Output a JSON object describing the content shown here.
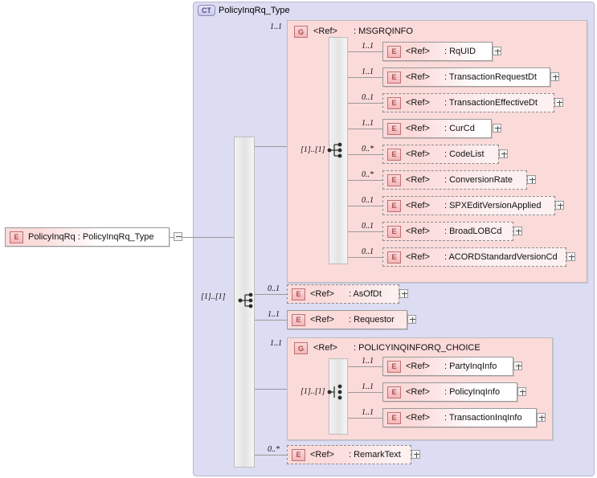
{
  "diagram": {
    "type": "xsd-schema-diagram",
    "root_element": {
      "badge": "E",
      "label": "PolicyInqRq : PolicyInqRq_Type",
      "toggle": "minus"
    },
    "complex_type": {
      "badge": "CT",
      "title": "PolicyInqRq_Type"
    },
    "root_sequence": {
      "occurrence": "[1]..[1]",
      "compositor": "sequence"
    },
    "children": [
      {
        "kind": "group",
        "badge": "G",
        "ref": "<Ref>",
        "name": ": MSGRQINFO",
        "cardinality": "1..1",
        "occurrence": "[1]..[1]",
        "compositor": "sequence",
        "items": [
          {
            "badge": "E",
            "ref": "<Ref>",
            "name": ": RqUID",
            "cardinality": "1..1",
            "optional": false,
            "plus": true
          },
          {
            "badge": "E",
            "ref": "<Ref>",
            "name": ": TransactionRequestDt",
            "cardinality": "1..1",
            "optional": false,
            "plus": true
          },
          {
            "badge": "E",
            "ref": "<Ref>",
            "name": ": TransactionEffectiveDt",
            "cardinality": "0..1",
            "optional": true,
            "plus": true
          },
          {
            "badge": "E",
            "ref": "<Ref>",
            "name": ": CurCd",
            "cardinality": "1..1",
            "optional": false,
            "plus": true
          },
          {
            "badge": "E",
            "ref": "<Ref>",
            "name": ": CodeList",
            "cardinality": "0..*",
            "optional": true,
            "plus": true
          },
          {
            "badge": "E",
            "ref": "<Ref>",
            "name": ": ConversionRate",
            "cardinality": "0..*",
            "optional": true,
            "plus": true
          },
          {
            "badge": "E",
            "ref": "<Ref>",
            "name": ": SPXEditVersionApplied",
            "cardinality": "0..1",
            "optional": true,
            "plus": true
          },
          {
            "badge": "E",
            "ref": "<Ref>",
            "name": ": BroadLOBCd",
            "cardinality": "0..1",
            "optional": true,
            "plus": true
          },
          {
            "badge": "E",
            "ref": "<Ref>",
            "name": ": ACORDStandardVersionCd",
            "cardinality": "0..1",
            "optional": true,
            "plus": true
          }
        ]
      },
      {
        "kind": "element",
        "badge": "E",
        "ref": "<Ref>",
        "name": ": AsOfDt",
        "cardinality": "0..1",
        "optional": true,
        "plus": true
      },
      {
        "kind": "element",
        "badge": "E",
        "ref": "<Ref>",
        "name": ": Requestor",
        "cardinality": "1..1",
        "optional": false,
        "plus": true
      },
      {
        "kind": "group",
        "badge": "G",
        "ref": "<Ref>",
        "name": ": POLICYINQINFORQ_CHOICE",
        "cardinality": "1..1",
        "occurrence": "[1]..[1]",
        "compositor": "choice",
        "items": [
          {
            "badge": "E",
            "ref": "<Ref>",
            "name": ": PartyInqInfo",
            "cardinality": "1..1",
            "optional": false,
            "plus": true
          },
          {
            "badge": "E",
            "ref": "<Ref>",
            "name": ": PolicyInqInfo",
            "cardinality": "1..1",
            "optional": false,
            "plus": true
          },
          {
            "badge": "E",
            "ref": "<Ref>",
            "name": ": TransactionInqInfo",
            "cardinality": "1..1",
            "optional": false,
            "plus": true
          }
        ]
      },
      {
        "kind": "element",
        "badge": "E",
        "ref": "<Ref>",
        "name": ": RemarkText",
        "cardinality": "0..*",
        "optional": true,
        "plus": true
      }
    ],
    "colors": {
      "container_fill": "#dcdcf2",
      "group_fill": "#fbdada",
      "element_fill": "#fbdada",
      "badge_text": "#b24c4c",
      "line": "#9a9a9a"
    }
  }
}
